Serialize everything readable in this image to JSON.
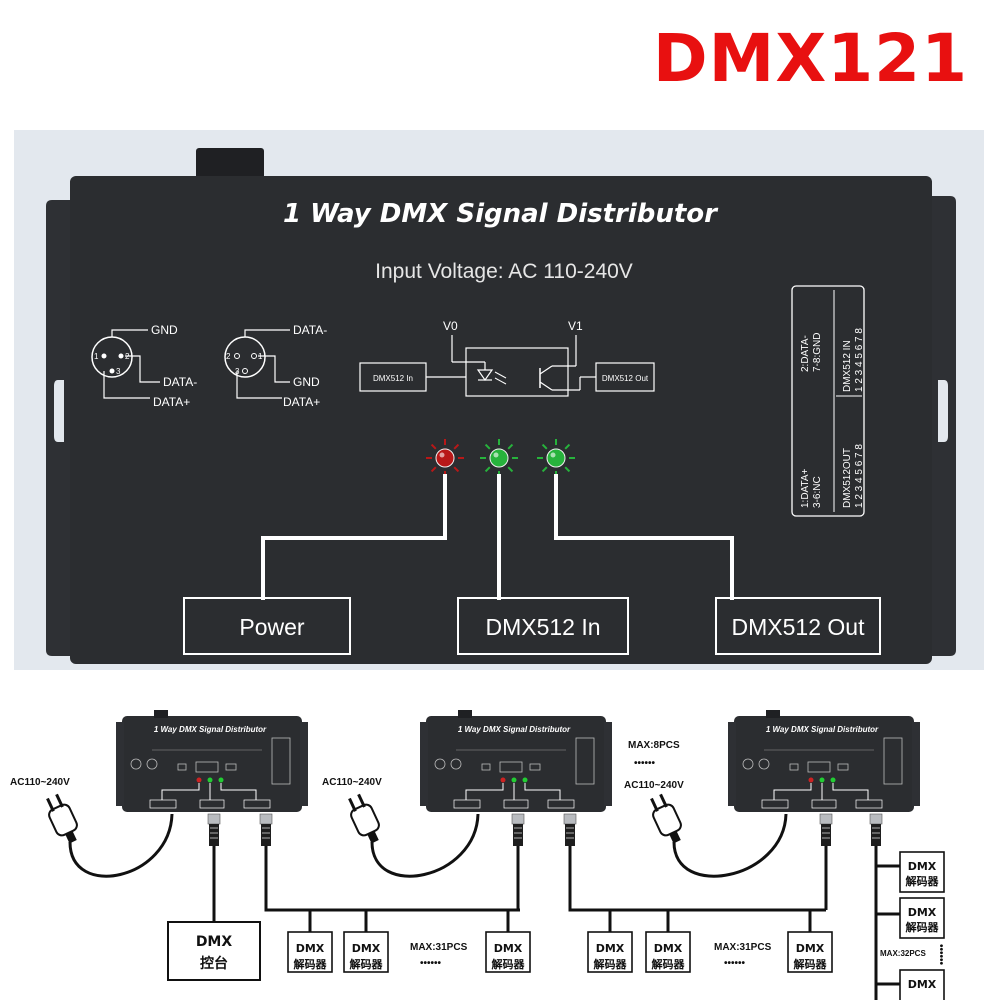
{
  "title": "DMX121",
  "device": {
    "heading": "1 Way DMX Signal Distributor",
    "voltage": "Input Voltage: AC 110-240V",
    "pin_labels": {
      "gnd_left": "GND",
      "data_minus_left": "DATA-",
      "data_plus_left": "DATA+",
      "data_minus_right": "DATA-",
      "gnd_right": "GND",
      "data_plus_right": "DATA+"
    },
    "schematic": {
      "v0": "V0",
      "v1": "V1",
      "in_box": "DMX512 In",
      "out_box": "DMX512 Out"
    },
    "rj45": {
      "top_pins": "2:DATA-\n7-8:GND",
      "top_port": "DMX512 IN\n1 2 3 4 5 6 7 8",
      "bottom_pins": "1:DATA+\n3-6:NC",
      "bottom_port": "DMX512OUT\n1 2 3 4 5 6 7 8"
    },
    "indicators": [
      {
        "label": "Power",
        "color": "#b81818"
      },
      {
        "label": "DMX512 In",
        "color": "#27b33c"
      },
      {
        "label": "DMX512 Out",
        "color": "#27b33c"
      }
    ]
  },
  "wiring": {
    "mini_device_title": "1 Way DMX Signal Distributor",
    "ac_labels": [
      "AC110~240V",
      "AC110~240V",
      "AC110~240V"
    ],
    "max_8": "MAX:8PCS",
    "max_31_a": "MAX:31PCS",
    "max_31_b": "MAX:31PCS",
    "max_32": "MAX:32PCS",
    "dots": "••••••",
    "controller": {
      "line1": "DMX",
      "line2": "控台"
    },
    "decoder": {
      "line1": "DMX",
      "line2": "解码器"
    }
  },
  "colors": {
    "title_red": "#e81010",
    "panel": "#2b2d30",
    "band": "#e3e8ee"
  }
}
